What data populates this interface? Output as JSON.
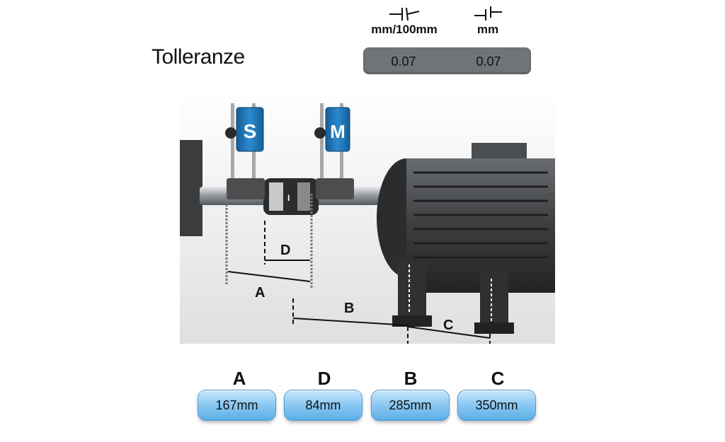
{
  "title": "Tolleranze",
  "tolerances": {
    "col1_unit": "mm/100mm",
    "col2_unit": "mm",
    "col1_value": "0.07",
    "col2_value": "0.07"
  },
  "diagram": {
    "sensor_s": "S",
    "sensor_m": "M",
    "label_a": "A",
    "label_b": "B",
    "label_c": "C",
    "label_d": "D"
  },
  "measurements": [
    {
      "label": "A",
      "value": "167mm"
    },
    {
      "label": "D",
      "value": "84mm"
    },
    {
      "label": "B",
      "value": "285mm"
    },
    {
      "label": "C",
      "value": "350mm"
    }
  ],
  "colors": {
    "button_accent": "#5aaee8",
    "tolerance_bar": "#6f7478",
    "sensor_blue": "#1f7fc4"
  }
}
